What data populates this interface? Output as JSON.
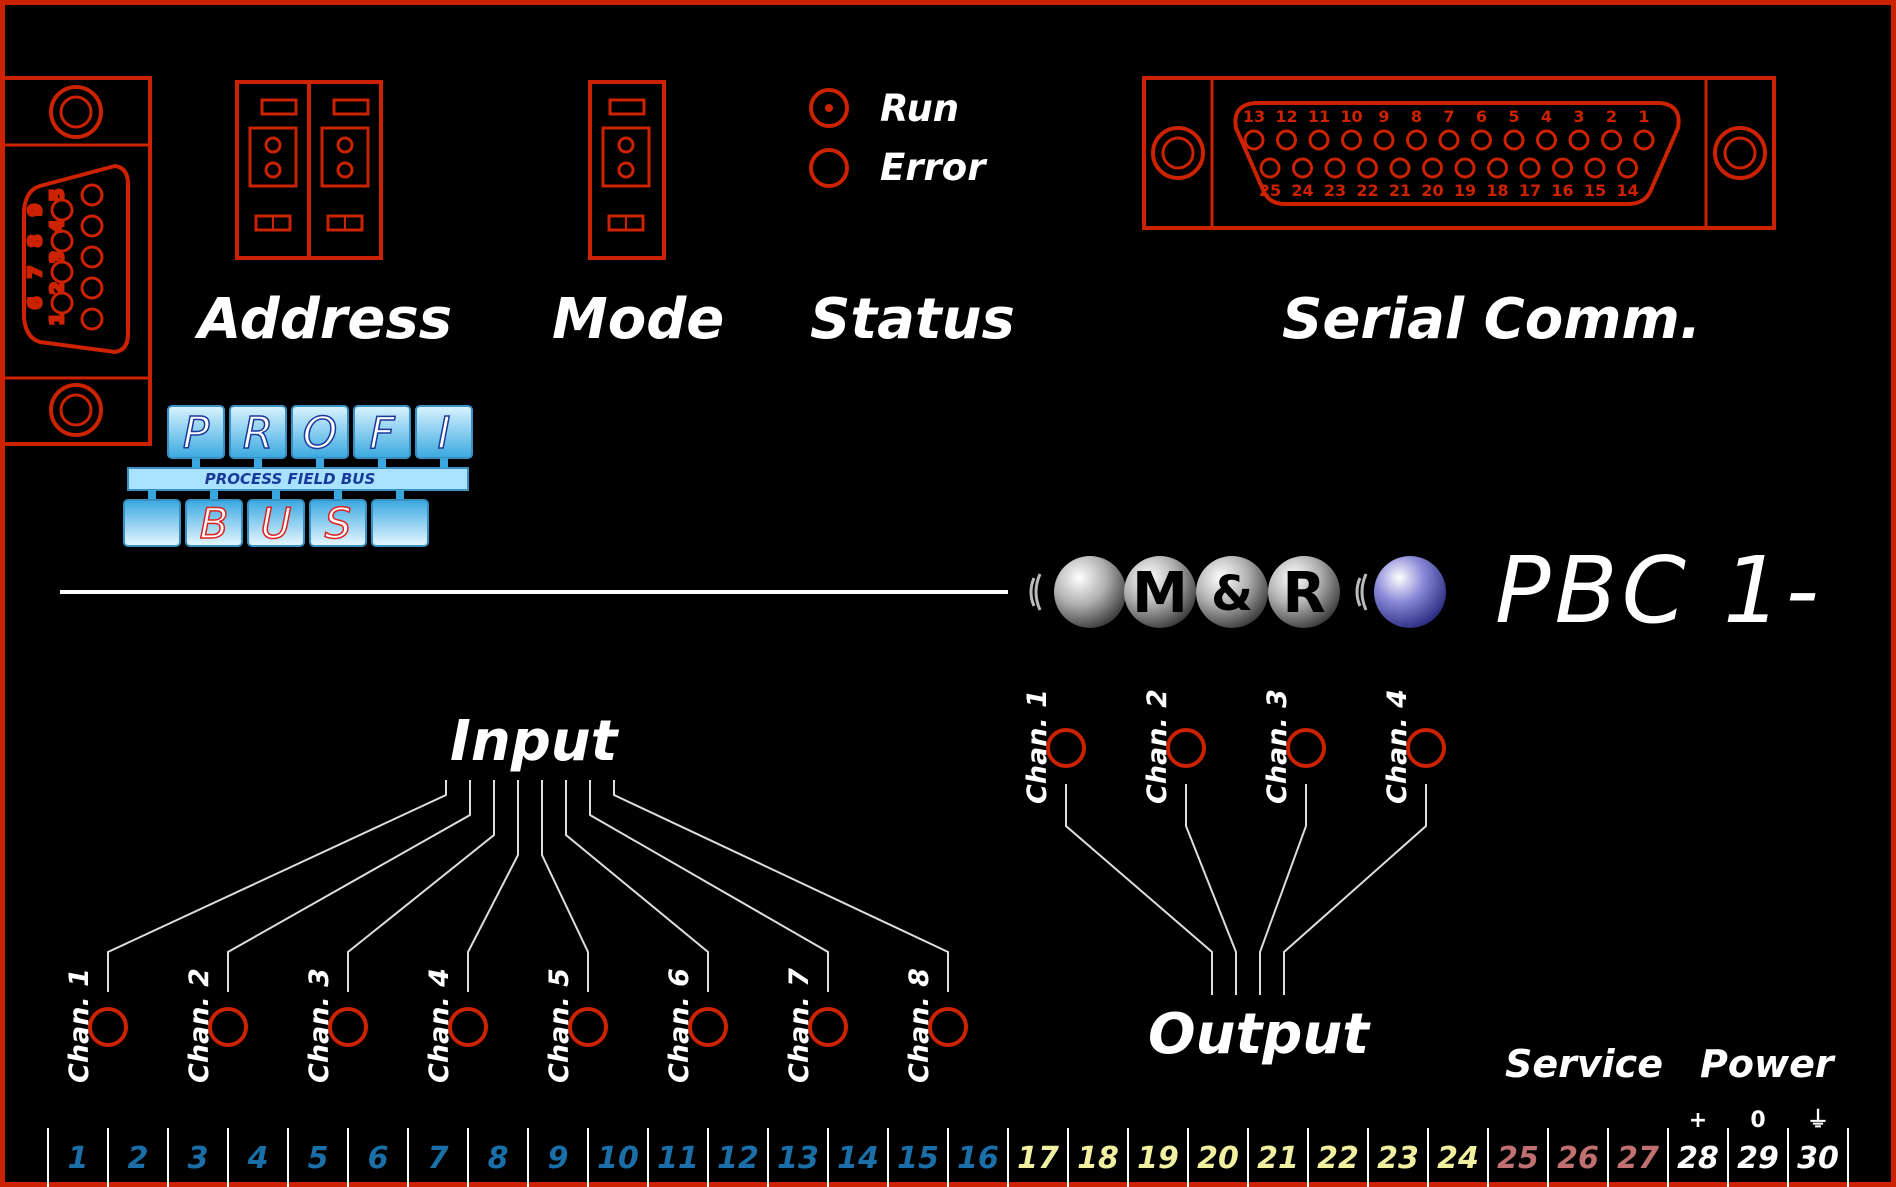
{
  "device": {
    "model": "PBC 1-",
    "manufacturer_logo": "M&R"
  },
  "labels": {
    "address": "Address",
    "mode": "Mode",
    "status": "Status",
    "serial": "Serial Comm.",
    "input": "Input",
    "output": "Output",
    "service": "Service",
    "power": "Power"
  },
  "status_leds": {
    "run": "Run",
    "error": "Error"
  },
  "profibus": {
    "top_letters": [
      "P",
      "R",
      "O",
      "F",
      "I"
    ],
    "bottom_letters": [
      "",
      "B",
      "U",
      "S",
      ""
    ],
    "tagline": "PROCESS FIELD BUS"
  },
  "inputs": [
    "Chan. 1",
    "Chan. 2",
    "Chan. 3",
    "Chan. 4",
    "Chan. 5",
    "Chan. 6",
    "Chan. 7",
    "Chan. 8"
  ],
  "outputs": [
    "Chan. 1",
    "Chan. 2",
    "Chan. 3",
    "Chan. 4"
  ],
  "db25": {
    "top_pins": [
      "13",
      "12",
      "11",
      "10",
      "9",
      "8",
      "7",
      "6",
      "5",
      "4",
      "3",
      "2",
      "1"
    ],
    "bottom_pins": [
      "25",
      "24",
      "23",
      "22",
      "21",
      "20",
      "19",
      "18",
      "17",
      "16",
      "15",
      "14"
    ]
  },
  "db9": {
    "pins": [
      "5",
      "4",
      "3",
      "2",
      "1",
      "9",
      "8",
      "7",
      "6"
    ]
  },
  "power_marks": [
    "+",
    "0",
    "⏚"
  ],
  "terminals": [
    {
      "n": "1",
      "group": "input"
    },
    {
      "n": "2",
      "group": "input"
    },
    {
      "n": "3",
      "group": "input"
    },
    {
      "n": "4",
      "group": "input"
    },
    {
      "n": "5",
      "group": "input"
    },
    {
      "n": "6",
      "group": "input"
    },
    {
      "n": "7",
      "group": "input"
    },
    {
      "n": "8",
      "group": "input"
    },
    {
      "n": "9",
      "group": "input"
    },
    {
      "n": "10",
      "group": "input"
    },
    {
      "n": "11",
      "group": "input"
    },
    {
      "n": "12",
      "group": "input"
    },
    {
      "n": "13",
      "group": "input"
    },
    {
      "n": "14",
      "group": "input"
    },
    {
      "n": "15",
      "group": "input"
    },
    {
      "n": "16",
      "group": "input"
    },
    {
      "n": "17",
      "group": "output"
    },
    {
      "n": "18",
      "group": "output"
    },
    {
      "n": "19",
      "group": "output"
    },
    {
      "n": "20",
      "group": "output"
    },
    {
      "n": "21",
      "group": "output"
    },
    {
      "n": "22",
      "group": "output"
    },
    {
      "n": "23",
      "group": "output"
    },
    {
      "n": "24",
      "group": "output"
    },
    {
      "n": "25",
      "group": "service"
    },
    {
      "n": "26",
      "group": "service"
    },
    {
      "n": "27",
      "group": "service"
    },
    {
      "n": "28",
      "group": "power"
    },
    {
      "n": "29",
      "group": "power"
    },
    {
      "n": "30",
      "group": "power"
    }
  ],
  "colors": {
    "background": "#000000",
    "border": "#cc2200",
    "input_terminal": "#1a6fa8",
    "output_terminal": "#f0f0a0",
    "service_terminal": "#c07070",
    "power_terminal": "#ffffff"
  }
}
